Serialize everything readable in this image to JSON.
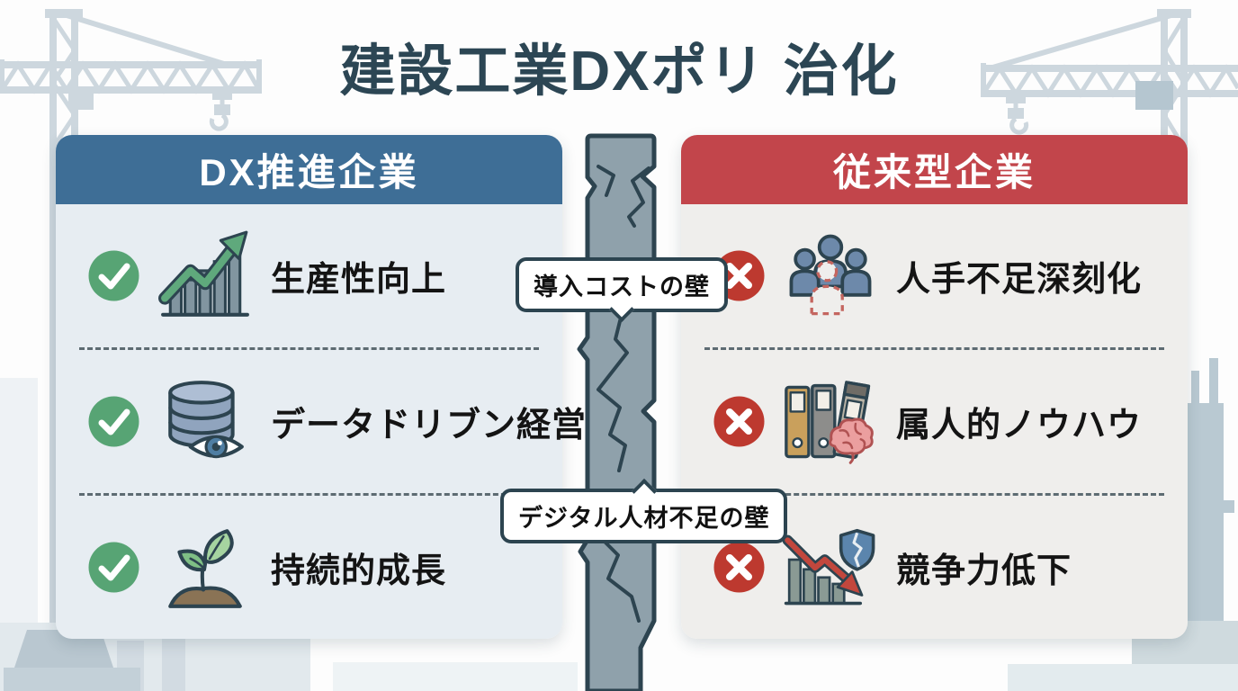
{
  "title": "建設工業DXポリ 治化",
  "left_panel": {
    "header": "DX推進企業",
    "status_icon": "check-icon",
    "items": [
      {
        "label": "生産性向上",
        "icon": "growth-chart-icon"
      },
      {
        "label": "データドリブン経営",
        "icon": "database-eye-icon"
      },
      {
        "label": "持続的成長",
        "icon": "seedling-icon"
      }
    ]
  },
  "right_panel": {
    "header": "従来型企業",
    "status_icon": "cross-icon",
    "items": [
      {
        "label": "人手不足深刻化",
        "icon": "missing-worker-icon"
      },
      {
        "label": "属人的ノウハウ",
        "icon": "binders-brain-icon"
      },
      {
        "label": "競争力低下",
        "icon": "declining-chart-shield-icon"
      }
    ]
  },
  "wall_labels": [
    {
      "text": "導入コストの壁"
    },
    {
      "text": "デジタル人材不足の壁"
    }
  ],
  "colors": {
    "title_text": "#2c4654",
    "left_header_bg": "#3e6e96",
    "right_header_bg": "#c2454b",
    "left_panel_bg": "#e7edf2",
    "right_panel_bg": "#efeeec",
    "check_green": "#57a474",
    "cross_red": "#bd392f",
    "wall_fill": "#8fa1ab",
    "wall_outline": "#2d4450",
    "crane_silhouette": "#cdd7de",
    "building_silhouette": "#b9c9d2"
  }
}
